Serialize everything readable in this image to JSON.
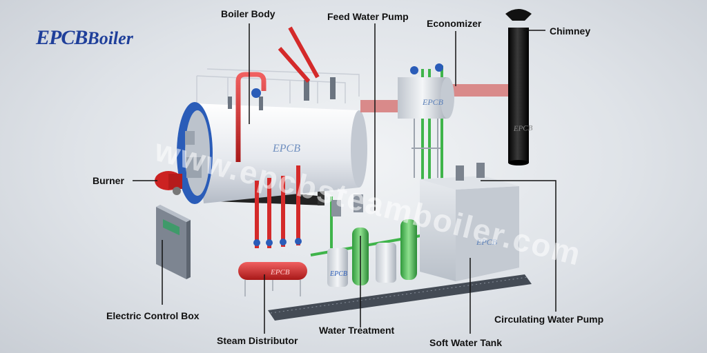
{
  "logo": {
    "brand": "EPCB",
    "suffix": "Boiler",
    "color": "#1f3f9a"
  },
  "watermark": "www.epcbsteamboiler.com",
  "equipment_marks": {
    "boiler": "EPCB",
    "economizer": "EPCB",
    "chimney": "EPCB",
    "tank": "EPCB",
    "distributor": "EPCB",
    "filter": "EPCB"
  },
  "labels": {
    "boiler_body": "Boiler Body",
    "feed_water_pump": "Feed Water Pump",
    "economizer": "Economizer",
    "chimney": "Chimney",
    "burner": "Burner",
    "electric_control_box": "Electric Control Box",
    "steam_distributor": "Steam Distributor",
    "water_treatment": "Water Treatment",
    "soft_water_tank": "Soft Water Tank",
    "circulating_water_pump": "Circulating Water Pump"
  },
  "colors": {
    "steam_pipe": "#d42a2a",
    "water_pipe": "#3fb44a",
    "flue_duct": "#d98a8a",
    "chimney": "#141414",
    "burner": "#cc2222",
    "boiler_end": "#2a5cb8"
  }
}
